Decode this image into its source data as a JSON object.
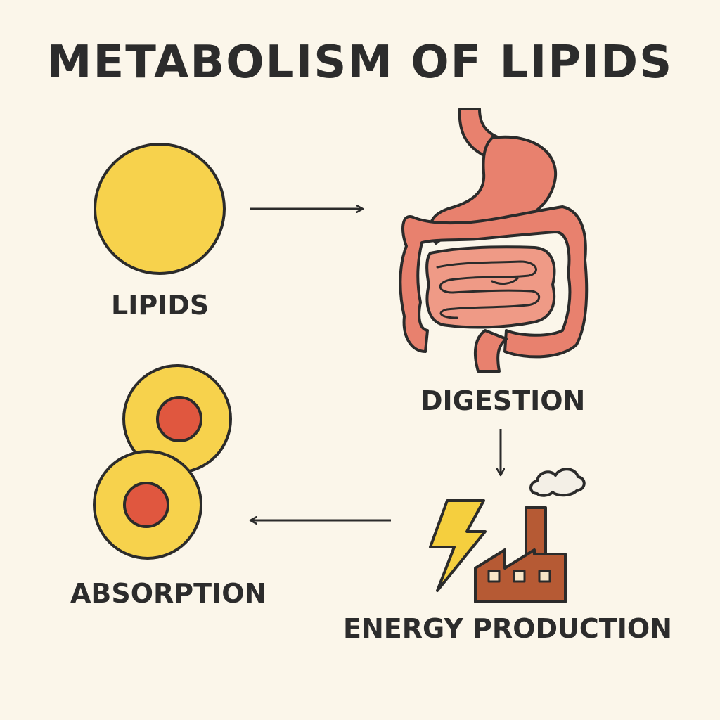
{
  "title": "METABOLISM OF LIPIDS",
  "nodes": {
    "lipids": {
      "label": "LIPIDS",
      "icon": "lipid-droplet-icon"
    },
    "digestion": {
      "label": "DIGESTION",
      "icon": "digestive-system-icon"
    },
    "energy": {
      "label": "ENERGY PRODUCTION",
      "icon": "factory-lightning-icon"
    },
    "absorption": {
      "label": "ABSORPTION",
      "icon": "fat-cells-icon"
    }
  },
  "colors": {
    "background": "#fbf6ea",
    "lipid_yellow": "#f7d24c",
    "organ_pink": "#e8816e",
    "nucleus_red": "#e0573f",
    "factory_brown": "#b65a34",
    "bolt_yellow": "#f5cf3e",
    "outline": "#2b2b2b"
  }
}
